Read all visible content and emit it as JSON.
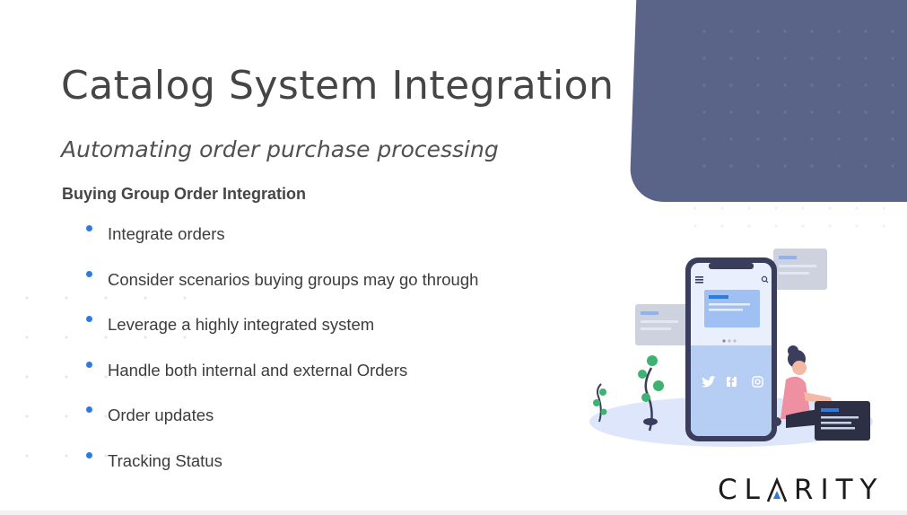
{
  "slide": {
    "title": "Catalog System Integration",
    "subtitle": "Automating order purchase processing",
    "section_heading": "Buying Group Order Integration",
    "bullets": [
      "Integrate orders",
      "Consider scenarios buying groups may go through",
      "Leverage a highly integrated system",
      "Handle both internal and external Orders",
      "Order updates",
      "Tracking Status"
    ]
  },
  "logo": {
    "text_before": "CL",
    "text_after": "RITY",
    "accent_color": "#2f7ae0"
  },
  "colors": {
    "corner_panel": "#5a6488",
    "bullet": "#2f7ae0",
    "title_text": "#454545"
  },
  "illustration": {
    "icons": [
      "twitter-icon",
      "facebook-icon",
      "instagram-icon",
      "menu-icon",
      "search-icon"
    ]
  }
}
